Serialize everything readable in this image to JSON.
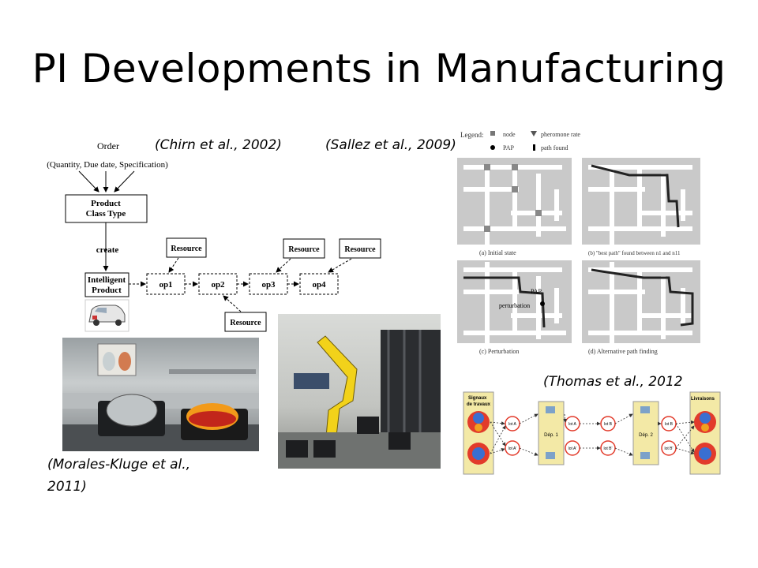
{
  "slide": {
    "title": "PI Developments in Manufacturing",
    "citations": {
      "chirn": "(Chirn et al., 2002)",
      "sallez": "(Sallez et al., 2009)",
      "thomas": "(Thomas et al., 2012",
      "morales_line1": "(Morales-Kluge et al.,",
      "morales_line2": "2011)"
    }
  },
  "diagram_product": {
    "order": "Order",
    "order_detail": "(Quantity, Due date, Specification)",
    "class_line1": "Product",
    "class_line2": "Class Type",
    "create": "create",
    "intelligent_line1": "Intelligent",
    "intelligent_line2": "Product",
    "ops": [
      "op1",
      "op2",
      "op3",
      "op4"
    ],
    "resource": "Resource"
  },
  "figure_pheromone": {
    "legend": "Legend:",
    "legend_node": "node",
    "legend_rate": "pheromone rate",
    "legend_pap": "PAP",
    "legend_path": "path found",
    "caption_a": "(a) Initial state",
    "caption_b": "(b) \"best path\" found between n1 and n11",
    "caption_c": "(c) Perturbation",
    "caption_d": "(d) Alternative path finding",
    "pap_label": "PAP",
    "perturbation_label": "perturbation"
  },
  "figure_lots": {
    "left_title_line1": "Signaux",
    "left_title_line2": "de travaux",
    "right_title": "Livraisons",
    "dep1": "Dép. 1",
    "dep2": "Dép. 2",
    "lots": [
      "lot A",
      "lot A'",
      "lot B",
      "lot B'",
      "lot A",
      "lot A'",
      "lot B",
      "lot B'"
    ]
  }
}
